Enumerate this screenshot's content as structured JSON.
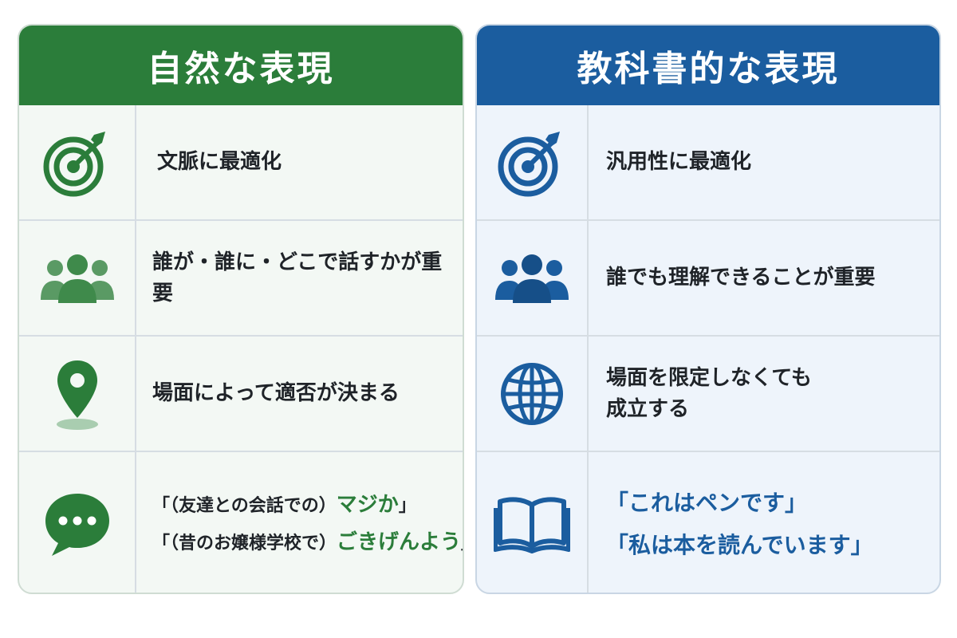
{
  "colors": {
    "green": "#2b7d3a",
    "blue": "#1b5d9f"
  },
  "left": {
    "title": "自然な表現",
    "rows": [
      {
        "icon": "target-icon",
        "text": "文脈に最適化"
      },
      {
        "icon": "people-icon",
        "text": "誰が・誰に・どこで話すかが重要"
      },
      {
        "icon": "map-pin-icon",
        "text": "場面によって適否が決まる"
      },
      {
        "icon": "chat-bubble-icon",
        "examples": [
          {
            "open": "「",
            "context": "（友達との会話での）",
            "phrase": "マジか",
            "close": "」"
          },
          {
            "open": "「",
            "context": "（昔のお嬢様学校で）",
            "phrase": "ごきげんよう",
            "close": "」"
          }
        ]
      }
    ]
  },
  "right": {
    "title": "教科書的な表現",
    "rows": [
      {
        "icon": "target-icon",
        "text": "汎用性に最適化"
      },
      {
        "icon": "people-icon",
        "text": "誰でも理解できることが重要"
      },
      {
        "icon": "globe-icon",
        "text_lines": [
          "場面を限定しなくても",
          "成立する"
        ]
      },
      {
        "icon": "open-book-icon",
        "examples": [
          "「これはペンです」",
          "「私は本を読んでいます」"
        ]
      }
    ]
  }
}
